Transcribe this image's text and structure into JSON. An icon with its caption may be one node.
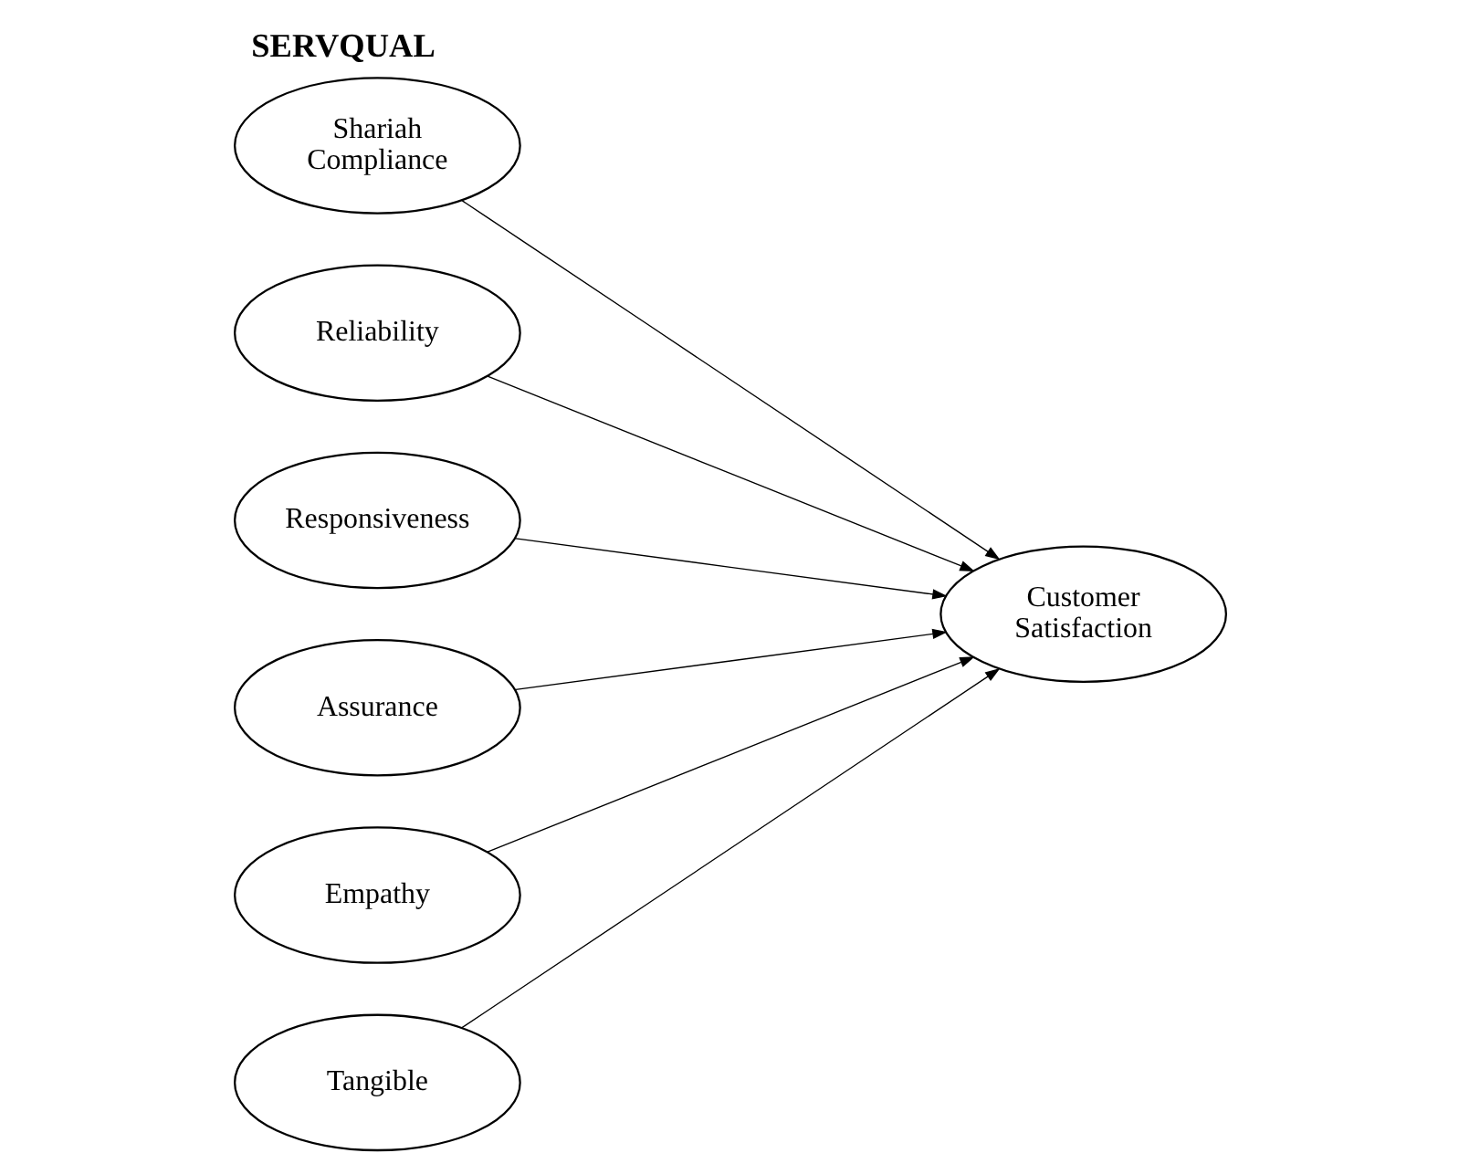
{
  "diagram": {
    "title": "SERVQUAL",
    "nodes": [
      {
        "text": [
          "Shariah Compliance"
        ]
      },
      {
        "text": [
          "Reliability"
        ]
      },
      {
        "text": [
          "Responsiveness"
        ]
      },
      {
        "text": [
          "Assurance"
        ]
      },
      {
        "text": [
          "Empathy"
        ]
      },
      {
        "text": [
          "Tangible"
        ]
      },
      {
        "text": [
          "Customer Satisfaction"
        ]
      }
    ],
    "edges": [
      {
        "from": 0,
        "to": 6,
        "arrow": "to"
      },
      {
        "from": 1,
        "to": 6,
        "arrow": "to"
      },
      {
        "from": 2,
        "to": 6,
        "arrow": "to"
      },
      {
        "from": 3,
        "to": 6,
        "arrow": "to"
      },
      {
        "from": 4,
        "to": 6,
        "arrow": "to"
      },
      {
        "from": 5,
        "to": 6,
        "arrow": "to"
      }
    ]
  }
}
